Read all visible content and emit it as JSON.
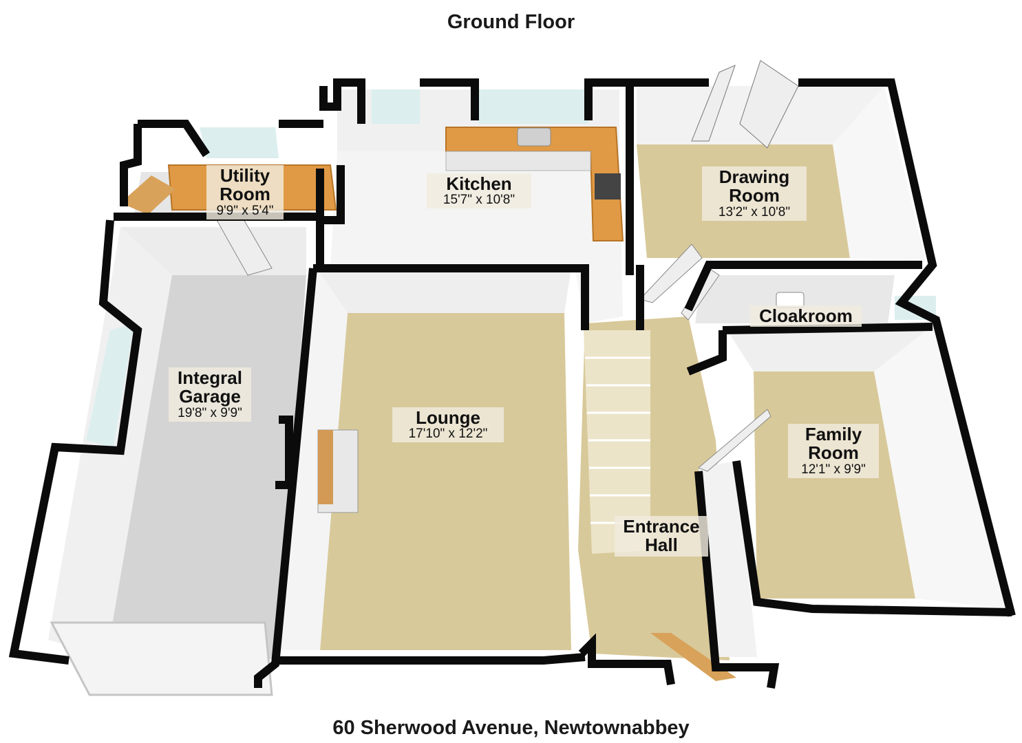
{
  "title": "Ground Floor",
  "address": "60 Sherwood Avenue, Newtownabbey",
  "colors": {
    "wall": "#0b0b0b",
    "wall_face": "#f2f2f2",
    "carpet": "#d8c99a",
    "concrete": "#d4d4d4",
    "tile": "#f4f4f4",
    "worktop": "#e09a45",
    "door": "#eeeeee"
  },
  "rooms": [
    {
      "key": "utility",
      "name_lines": [
        "Utility",
        "Room"
      ],
      "dims": "9'9\" x 5'4\""
    },
    {
      "key": "kitchen",
      "name_lines": [
        "Kitchen"
      ],
      "dims": "15'7\" x 10'8\""
    },
    {
      "key": "drawing",
      "name_lines": [
        "Drawing",
        "Room"
      ],
      "dims": "13'2\" x 10'8\""
    },
    {
      "key": "cloakroom",
      "name_lines": [
        "Cloakroom"
      ],
      "dims": ""
    },
    {
      "key": "garage",
      "name_lines": [
        "Integral",
        "Garage"
      ],
      "dims": "19'8\" x 9'9\""
    },
    {
      "key": "lounge",
      "name_lines": [
        "Lounge"
      ],
      "dims": "17'10\" x 12'2\""
    },
    {
      "key": "family",
      "name_lines": [
        "Family",
        "Room"
      ],
      "dims": "12'1\" x 9'9\""
    },
    {
      "key": "hall",
      "name_lines": [
        "Entrance",
        "Hall"
      ],
      "dims": ""
    }
  ]
}
